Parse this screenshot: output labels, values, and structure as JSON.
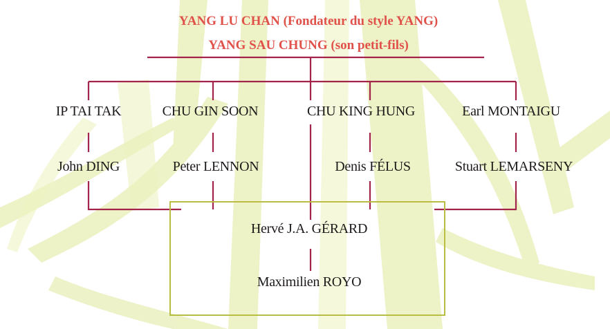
{
  "colors": {
    "title": "#e0514a",
    "lineage_line": "#a3234a",
    "box_line": "#b9bd44",
    "text": "#1e1a1a",
    "brush": "#dfe89a"
  },
  "header": {
    "title_line1": "YANG LU CHAN (Fondateur du style YANG)",
    "title_line2": "YANG SAU CHUNG (son petit-fils)"
  },
  "masters": {
    "ip_tai_tak": "IP TAI TAK",
    "chu_gin_soon": "CHU GIN SOON",
    "chu_king_hung": "CHU KING HUNG",
    "earl_montaigu": "Earl MONTAIGU"
  },
  "students": {
    "john_ding": "John DING",
    "peter_lennon": "Peter LENNON",
    "denis_felus": "Denis FÉLUS",
    "stuart_lemarseny": "Stuart LEMARSENY"
  },
  "successors": {
    "herve_gerard": "Hervé J.A. GÉRARD",
    "maximilien_royo": "Maximilien ROYO"
  }
}
